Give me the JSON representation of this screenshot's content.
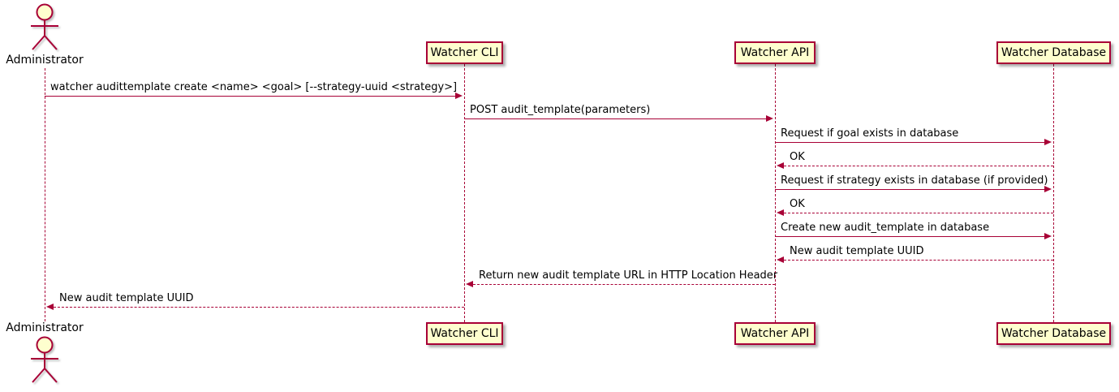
{
  "colors": {
    "accent": "#A80036",
    "participant_fill": "#FEFECE",
    "background": "#FFFFFF",
    "text": "#000000"
  },
  "actors": [
    {
      "label": "Administrator",
      "kind": "actor",
      "icon": "stick-figure-actor-icon"
    },
    {
      "label": "Watcher CLI",
      "kind": "participant"
    },
    {
      "label": "Watcher API",
      "kind": "participant"
    },
    {
      "label": "Watcher Database",
      "kind": "participant"
    }
  ],
  "messages": [
    {
      "from": "Administrator",
      "to": "Watcher CLI",
      "style": "solid",
      "text": "watcher audittemplate create <name> <goal> [--strategy-uuid <strategy>]"
    },
    {
      "from": "Watcher CLI",
      "to": "Watcher API",
      "style": "solid",
      "text": "POST audit_template(parameters)"
    },
    {
      "from": "Watcher API",
      "to": "Watcher Database",
      "style": "solid",
      "text": "Request if goal exists in database"
    },
    {
      "from": "Watcher Database",
      "to": "Watcher API",
      "style": "dashed",
      "text": "OK"
    },
    {
      "from": "Watcher API",
      "to": "Watcher Database",
      "style": "solid",
      "text": "Request if strategy exists in database (if provided)"
    },
    {
      "from": "Watcher Database",
      "to": "Watcher API",
      "style": "dashed",
      "text": "OK"
    },
    {
      "from": "Watcher API",
      "to": "Watcher Database",
      "style": "solid",
      "text": "Create new audit_template in database"
    },
    {
      "from": "Watcher Database",
      "to": "Watcher API",
      "style": "dashed",
      "text": "New audit template UUID"
    },
    {
      "from": "Watcher API",
      "to": "Watcher CLI",
      "style": "dashed",
      "text": "Return new audit template URL in HTTP Location Header"
    },
    {
      "from": "Watcher CLI",
      "to": "Administrator",
      "style": "dashed",
      "text": "New audit template UUID"
    }
  ]
}
